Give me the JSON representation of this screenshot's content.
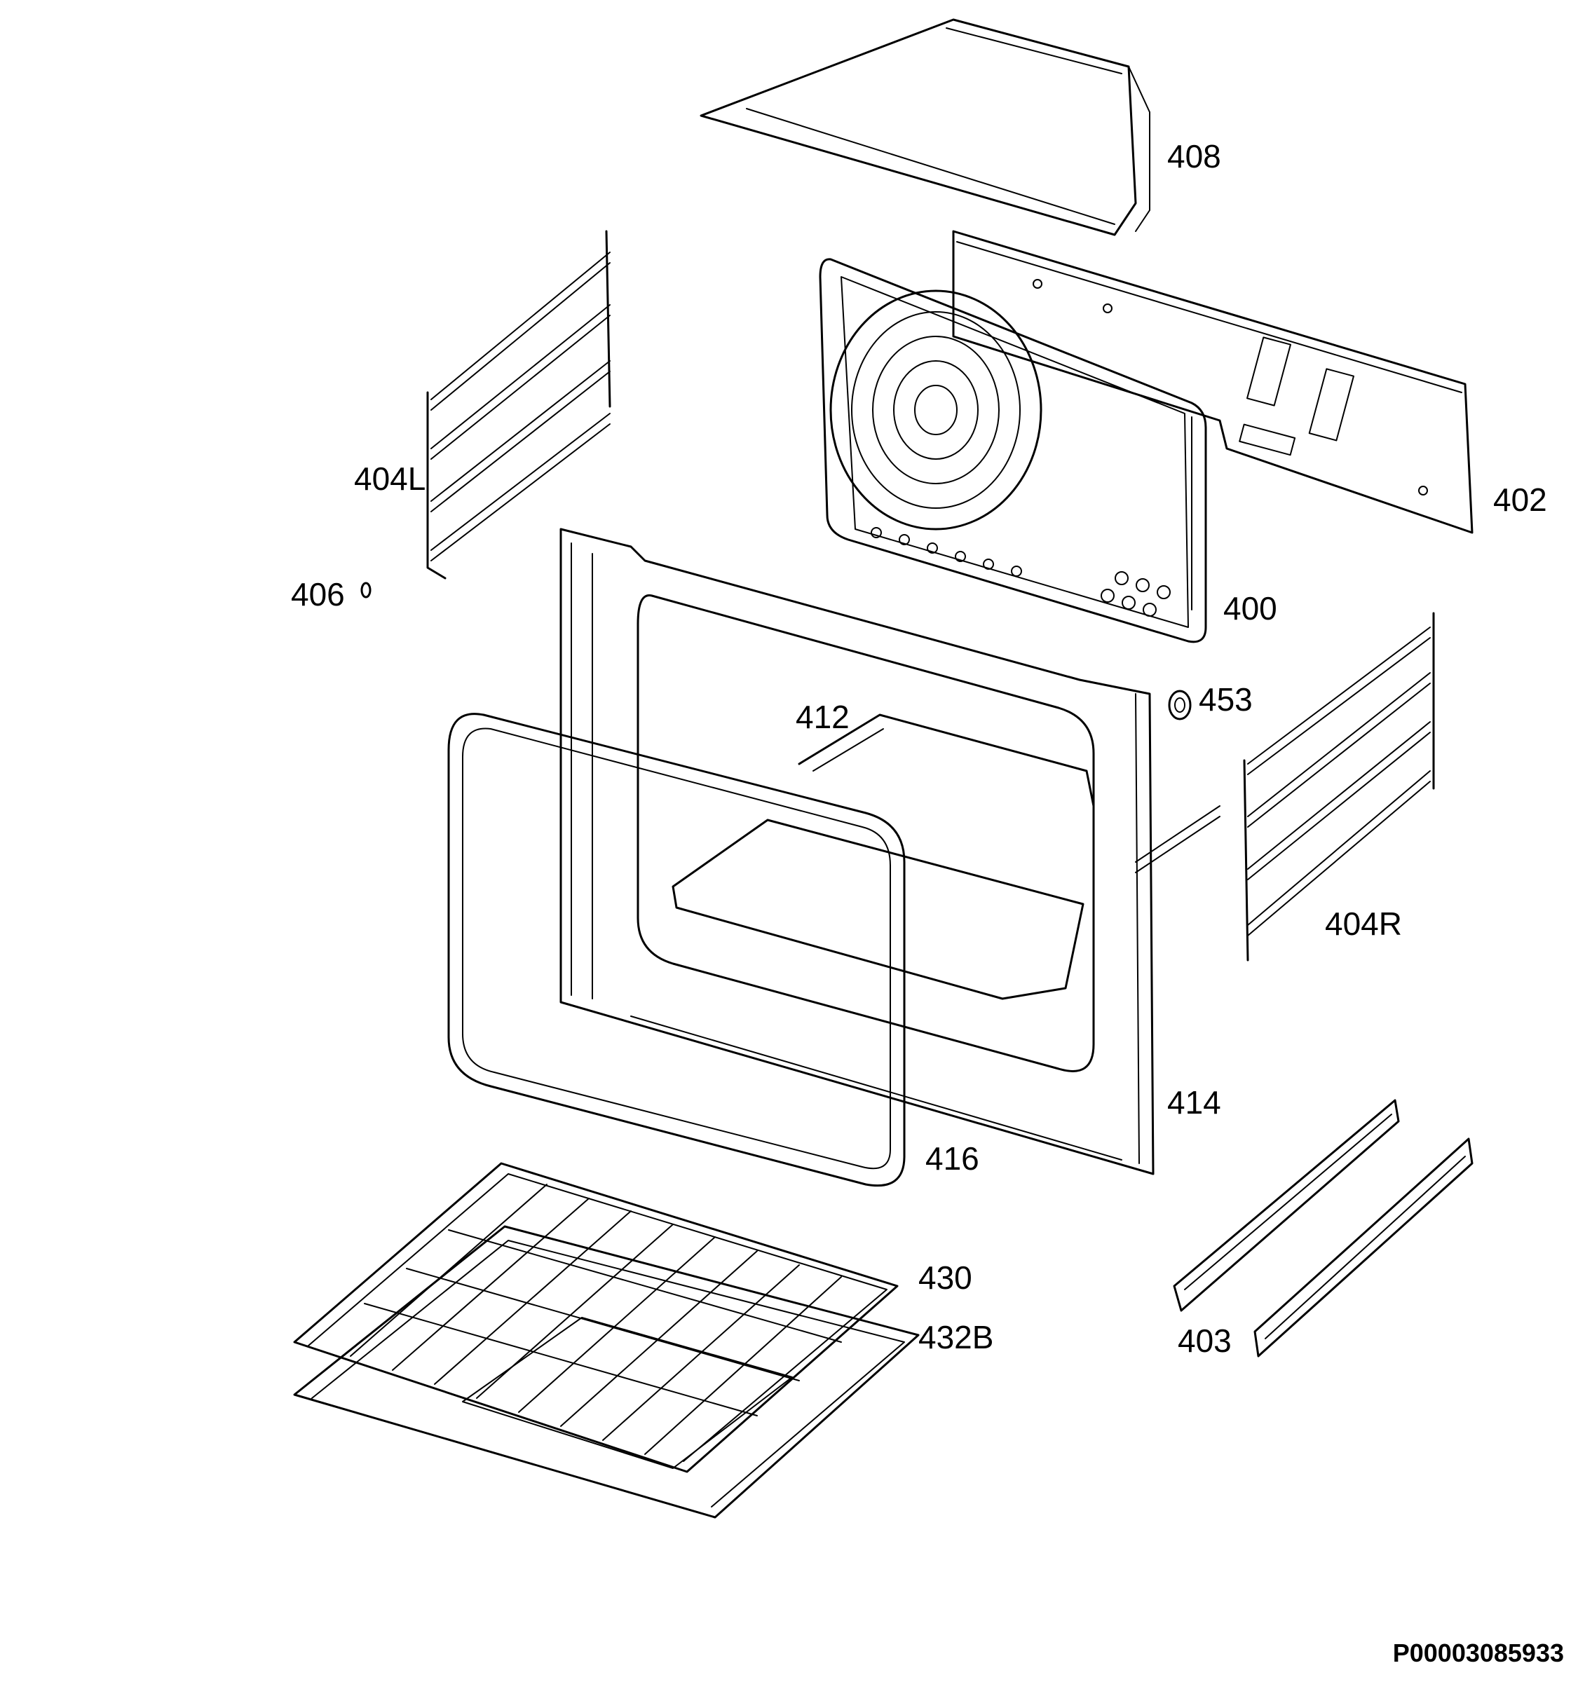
{
  "callouts": {
    "p408": "408",
    "p402": "402",
    "p404L": "404L",
    "p406": "406",
    "p400": "400",
    "p453": "453",
    "p412": "412",
    "p404R": "404R",
    "p414": "414",
    "p416": "416",
    "p430": "430",
    "p432B": "432B",
    "p403": "403"
  },
  "document_id": "P00003085933"
}
